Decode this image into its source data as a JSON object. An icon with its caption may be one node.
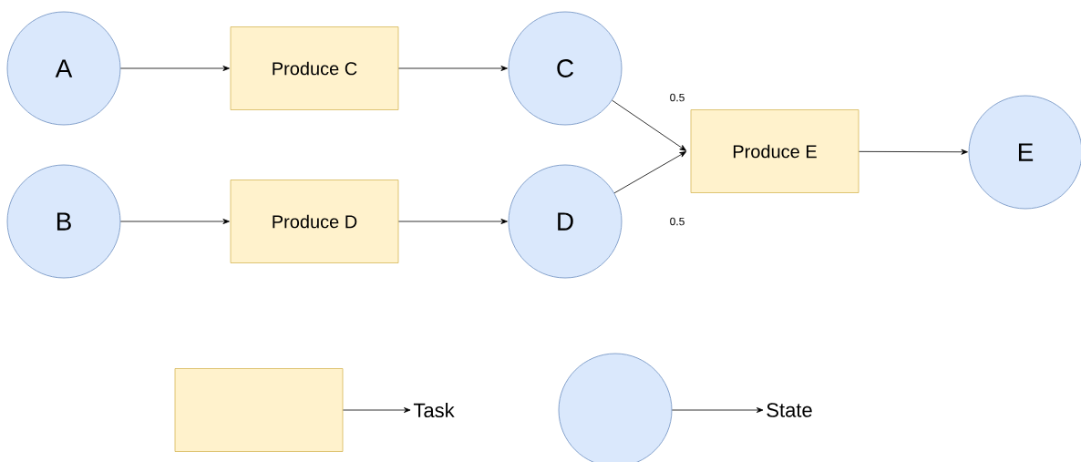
{
  "diagram": {
    "nodes": [
      {
        "text": [
          "A"
        ]
      },
      {
        "text": [
          "Produce C"
        ]
      },
      {
        "text": [
          "C"
        ]
      },
      {
        "text": [
          "B"
        ]
      },
      {
        "text": [
          "Produce D"
        ]
      },
      {
        "text": [
          "D"
        ]
      },
      {
        "text": [
          "Produce E"
        ]
      },
      {
        "text": [
          "E"
        ]
      },
      {
        "text": [],
        "shape": "box"
      },
      {
        "text": [
          "Task"
        ]
      },
      {
        "text": [],
        "shape": "circle"
      },
      {
        "text": [
          "State"
        ]
      }
    ],
    "edges": [
      {
        "from": 0,
        "to": 1,
        "arrow": "to"
      },
      {
        "from": 1,
        "to": 2,
        "arrow": "to"
      },
      {
        "from": 2,
        "to": 6,
        "arrow": "to",
        "label": "0.5"
      },
      {
        "from": 3,
        "to": 4,
        "arrow": "to"
      },
      {
        "from": 4,
        "to": 5,
        "arrow": "to"
      },
      {
        "from": 5,
        "to": 6,
        "arrow": "to",
        "label": "0.5"
      },
      {
        "from": 6,
        "to": 7,
        "arrow": "to"
      },
      {
        "from": 8,
        "to": 9,
        "arrow": "to"
      },
      {
        "from": 10,
        "to": 11,
        "arrow": "to"
      }
    ]
  }
}
